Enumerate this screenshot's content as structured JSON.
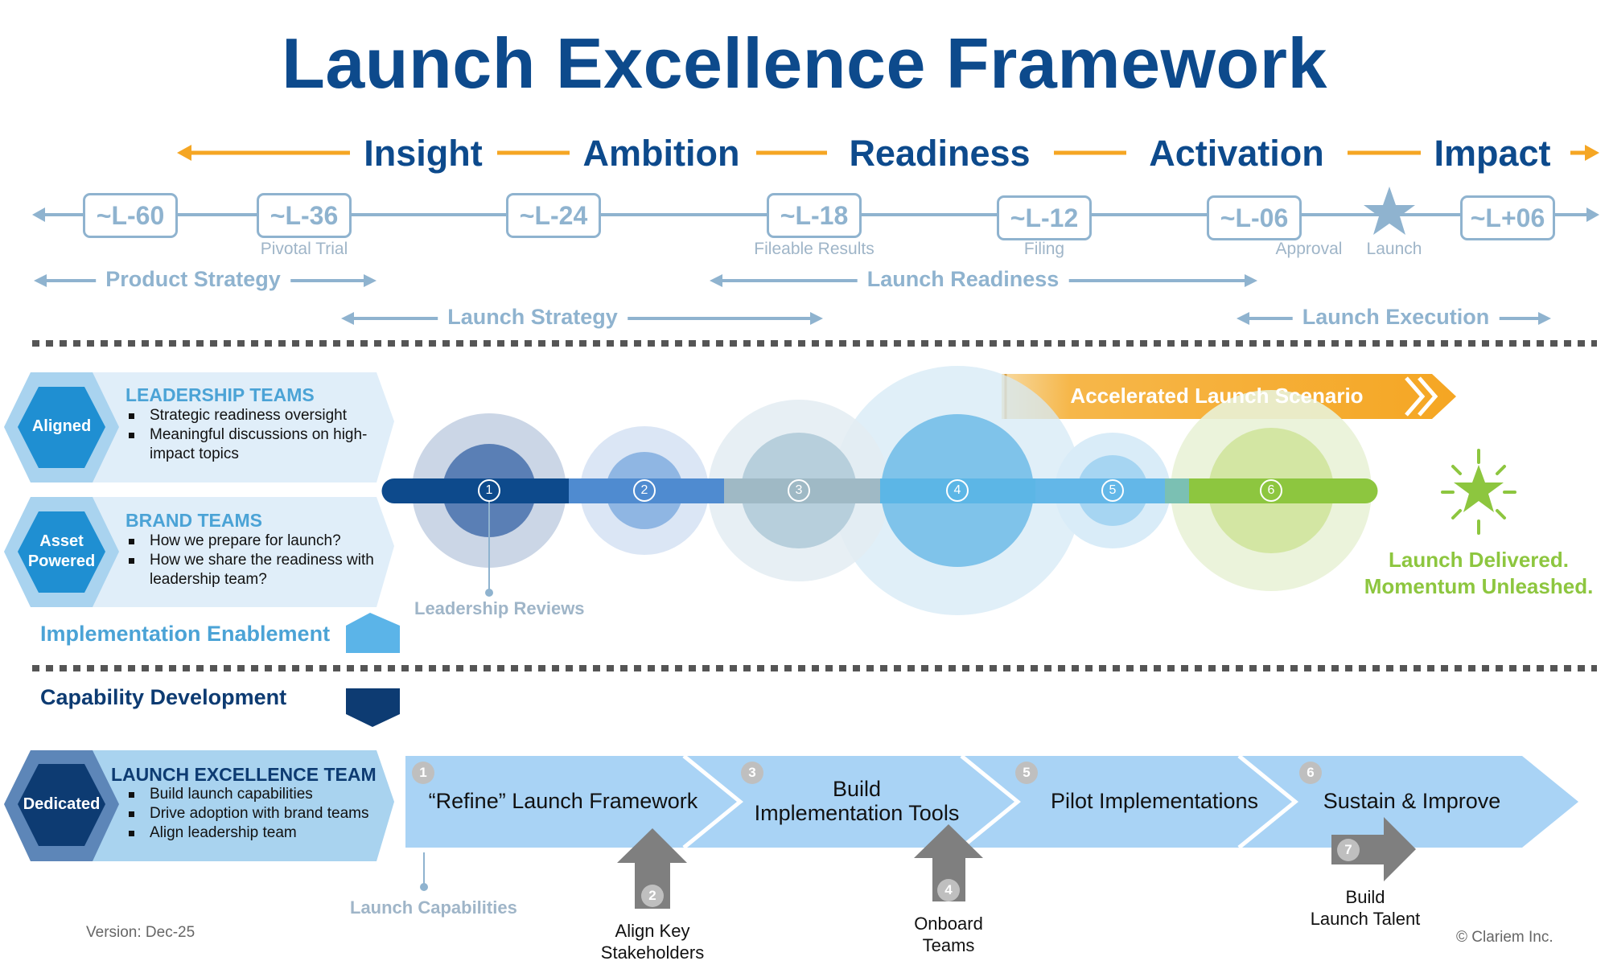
{
  "title": "Launch Excellence Framework",
  "phases": [
    "Insight",
    "Ambition",
    "Readiness",
    "Activation",
    "Impact"
  ],
  "milestones": [
    {
      "code": "~L-60",
      "label": ""
    },
    {
      "code": "~L-36",
      "label": "Pivotal Trial"
    },
    {
      "code": "~L-24",
      "label": ""
    },
    {
      "code": "~L-18",
      "label": "Fileable Results"
    },
    {
      "code": "~L-12",
      "label": "Filing"
    },
    {
      "code": "~L-06",
      "label": "Approval"
    },
    {
      "code": "~L+06",
      "label": ""
    }
  ],
  "launch_marker": {
    "label": "Launch",
    "icon": "star-icon"
  },
  "spans": [
    "Product Strategy",
    "Launch Readiness",
    "Launch Strategy",
    "Launch Execution"
  ],
  "teams": [
    {
      "badge": [
        "Aligned"
      ],
      "title": "LEADERSHIP TEAMS",
      "bullets": [
        "Strategic readiness oversight",
        "Meaningful discussions on high-impact topics"
      ]
    },
    {
      "badge": [
        "Asset",
        "Powered"
      ],
      "title": "BRAND TEAMS",
      "bullets": [
        "How we prepare for launch?",
        "How we share the readiness with leadership team?"
      ]
    },
    {
      "badge": [
        "Dedicated"
      ],
      "title": "LAUNCH EXCELLENCE TEAM",
      "bullets": [
        "Build launch capabilities",
        "Drive adoption with brand teams",
        "Align leadership team"
      ]
    }
  ],
  "implementation_enablement": "Implementation Enablement",
  "capability_development": "Capability Development",
  "accelerated_scenario": "Accelerated Launch Scenario",
  "reviews": {
    "steps": [
      "1",
      "2",
      "3",
      "4",
      "5",
      "6"
    ],
    "caption": "Leadership Reviews"
  },
  "outcome": {
    "line1": "Launch Delivered.",
    "line2": "Momentum Unleashed.",
    "icon": "burst-star-icon"
  },
  "capabilities": {
    "chevrons": [
      {
        "num": "1",
        "lines": [
          "“Refine” Launch Framework"
        ]
      },
      {
        "num": "3",
        "lines": [
          "Build",
          "Implementation Tools"
        ]
      },
      {
        "num": "5",
        "lines": [
          "Pilot Implementations"
        ]
      },
      {
        "num": "6",
        "lines": [
          "Sustain & Improve"
        ]
      }
    ],
    "inputs": [
      {
        "num": "2",
        "lines": [
          "Align Key",
          "Stakeholders"
        ]
      },
      {
        "num": "4",
        "lines": [
          "Onboard",
          "Teams"
        ]
      },
      {
        "num": "7",
        "lines": [
          "Build",
          "Launch Talent"
        ]
      }
    ],
    "caption": "Launch Capabilities"
  },
  "version": "Version:  Dec-25",
  "copyright": "© Clariem Inc.",
  "colors": {
    "navy": "#0d4a8c",
    "orange": "#f5a623",
    "light_blue": "#8fb3cf",
    "green": "#8dc63f",
    "sky": "#4ba3d6"
  }
}
